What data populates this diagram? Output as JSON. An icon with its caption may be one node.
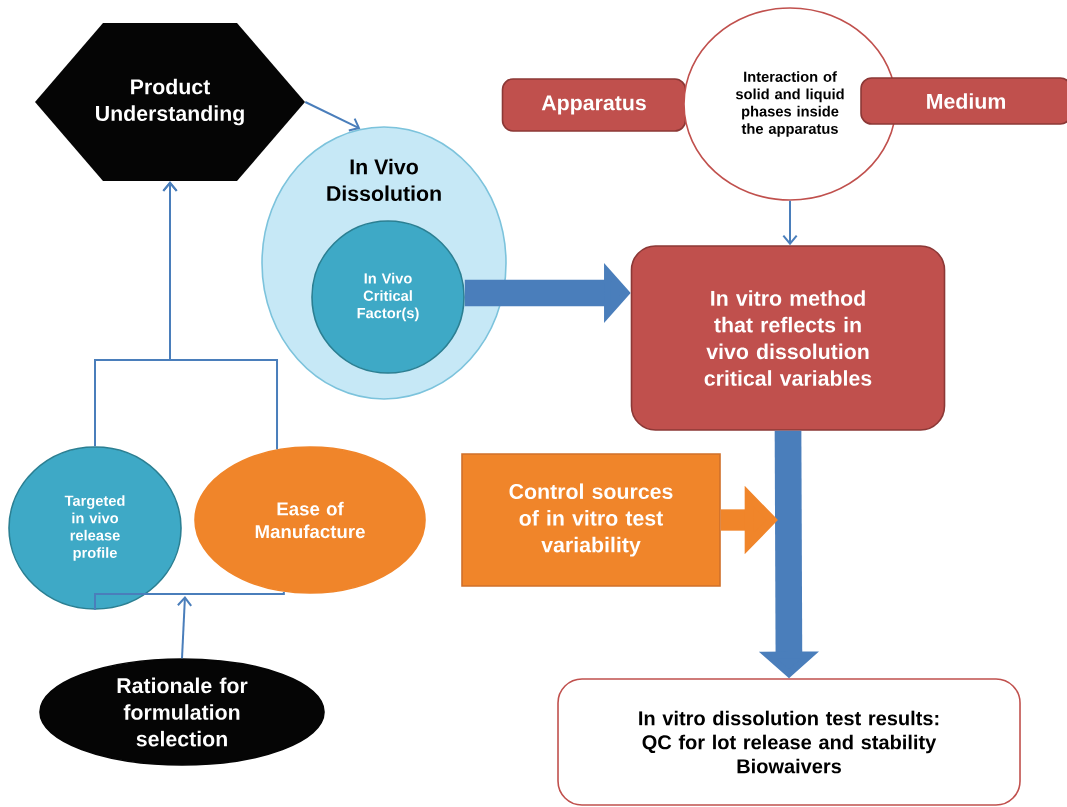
{
  "diagram": {
    "nodes": [
      {
        "text": [
          "Product Understanding"
        ]
      },
      {
        "text": [
          "In Vivo Dissolution"
        ]
      },
      {
        "text": [
          "In Vivo Critical Factor(s)"
        ],
        "in": 1
      },
      {
        "text": [
          "Apparatus"
        ]
      },
      {
        "text": [
          "Interaction of solid and liquid phases inside the apparatus"
        ]
      },
      {
        "text": [
          "Medium"
        ]
      },
      {
        "text": [
          "In vitro method that reflects in vivo dissolution critical variables"
        ]
      },
      {
        "text": [
          "Targeted in vivo release profile"
        ]
      },
      {
        "text": [
          "Ease of Manufacture"
        ]
      },
      {
        "text": [
          "Control sources of in vitro test variability"
        ]
      },
      {
        "text": [
          "Rationale for formulation selection"
        ]
      },
      {
        "text": [
          "In vitro dissolution test results:",
          "QC for lot release and stability",
          "Biowaivers"
        ]
      }
    ],
    "edges": [
      {
        "from": 0,
        "to": 1,
        "arrow": "to"
      },
      {
        "from": 7,
        "to": 0,
        "arrow": "to"
      },
      {
        "from": 8,
        "to": 0,
        "arrow": "to"
      },
      {
        "from": 10,
        "to": null,
        "arrow": "to"
      },
      {
        "from": 2,
        "to": 6,
        "arrow": "to",
        "style": "thick"
      },
      {
        "from": 4,
        "to": 6,
        "arrow": "to"
      },
      {
        "from": 6,
        "to": 11,
        "arrow": "to",
        "style": "thick"
      },
      {
        "from": 9,
        "to": null,
        "arrow": "to",
        "style": "thick",
        "color": "#f0852a"
      }
    ]
  }
}
